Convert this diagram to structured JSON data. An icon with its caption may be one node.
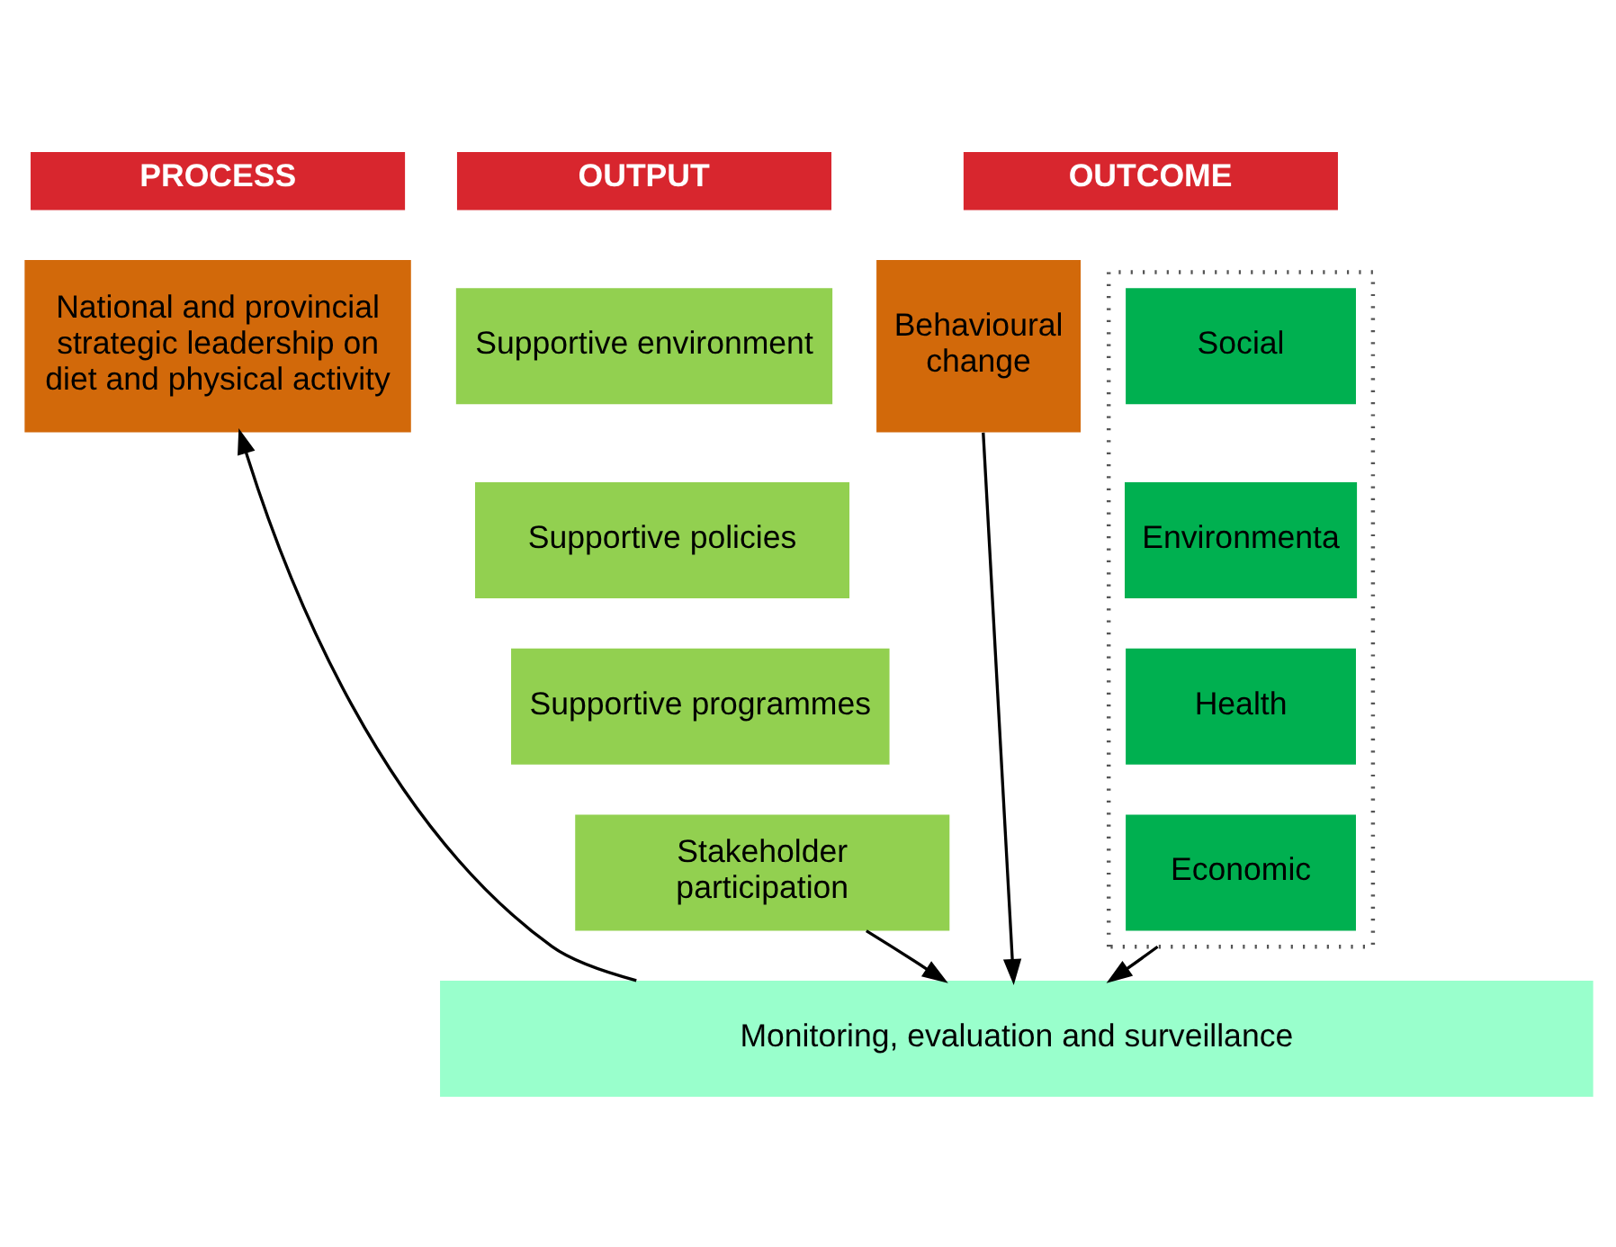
{
  "diagram": {
    "nodes": [
      {
        "text": [
          "PROCESS"
        ]
      },
      {
        "text": [
          "OUTPUT"
        ]
      },
      {
        "text": [
          "OUTCOME"
        ]
      },
      {
        "text": [
          "National and provincial strategic leadership on diet and physical activity"
        ]
      },
      {
        "text": [
          "Supportive environment"
        ]
      },
      {
        "text": [
          "Supportive policies"
        ]
      },
      {
        "text": [
          "Supportive programmes"
        ]
      },
      {
        "text": [
          "Stakeholder participation"
        ]
      },
      {
        "text": [
          "Behavioural change"
        ]
      },
      {
        "text": [],
        "shape": "box"
      },
      {
        "text": [
          "Social"
        ],
        "in": 9
      },
      {
        "text": [
          "Environmenta"
        ],
        "in": 9
      },
      {
        "text": [
          "Health"
        ],
        "in": 9
      },
      {
        "text": [
          "Economic"
        ],
        "in": 9
      },
      {
        "text": [
          "Monitoring, evaluation and surveillance"
        ]
      }
    ],
    "edges": [
      {
        "from": 7,
        "to": 14,
        "arrow": "to"
      },
      {
        "from": 8,
        "to": 14,
        "arrow": "to"
      },
      {
        "from": 9,
        "to": 14,
        "arrow": "to"
      },
      {
        "from": 14,
        "to": 3,
        "arrow": "to"
      }
    ]
  }
}
